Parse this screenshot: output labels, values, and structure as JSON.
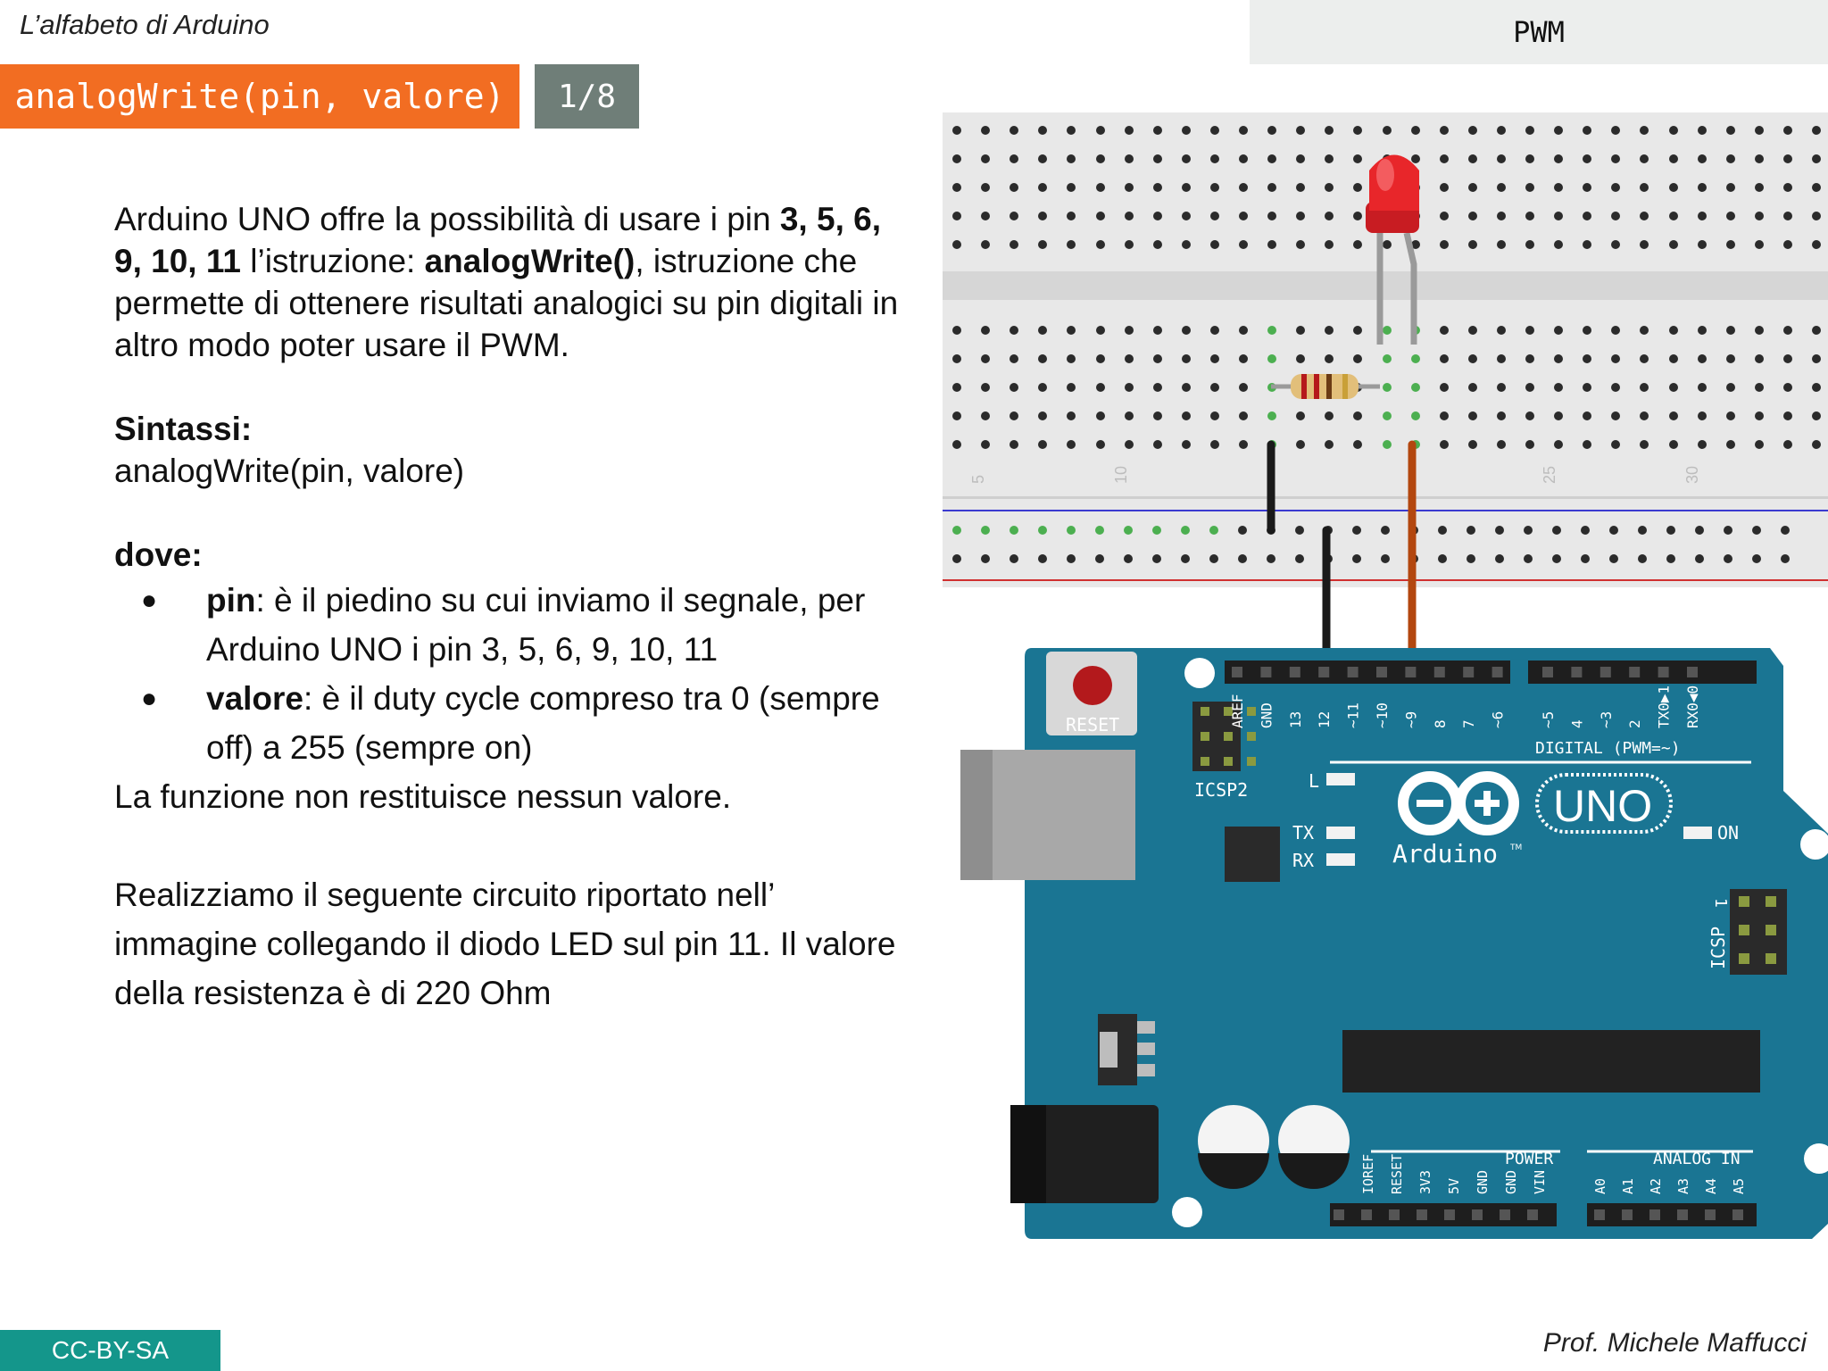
{
  "header": {
    "title": "L’alfabeto di Arduino",
    "topic": "PWM"
  },
  "tags": {
    "function": "analogWrite(pin, valore)",
    "page": "1/8"
  },
  "content": {
    "intro": {
      "t1": "Arduino UNO offre la possibilità di usare i pin ",
      "b1": "3, 5, 6, 9, 10, 11",
      "t2": " l’istruzione: ",
      "b2": "analogWrite()",
      "t3": ", istruzione che permette di ottenere risultati analogici su pin digitali in altro modo poter usare il PWM."
    },
    "syntax_label": "Sintassi:",
    "syntax": "analogWrite(pin, valore)",
    "where_label": "dove:",
    "bullets": [
      {
        "term": "pin",
        "text": ": è il piedino su cui inviamo il segnale, per Arduino UNO i pin 3, 5, 6, 9, 10, 11"
      },
      {
        "term": "valore",
        "text": ": è il duty cycle compreso tra 0 (sempre off) a 255 (sempre on)"
      }
    ],
    "no_return": "La funzione non restituisce nessun valore.",
    "circuit_text": "Realizziamo il seguente circuito riportato nell’ immagine collegando il diodo LED sul pin 11. Il valore della resistenza è di 220 Ohm"
  },
  "circuit": {
    "board_labels": {
      "reset": "RESET",
      "icsp2": "ICSP2",
      "l": "L",
      "tx": "TX",
      "rx": "RX",
      "on": "ON",
      "uno": "UNO",
      "arduino": "Arduino",
      "tm": "TM",
      "digital": "DIGITAL (PWM=~)",
      "power": "POWER",
      "analog_in": "ANALOG IN",
      "icsp": "ICSP",
      "one": "1"
    },
    "digital_pins": [
      "AREF",
      "GND",
      "13",
      "12",
      "~11",
      "~10",
      "~9",
      "8",
      "7",
      "~6",
      "~5",
      "4",
      "~3",
      "2",
      "TX0▶1",
      "RX0◀0"
    ],
    "power_pins": [
      "IOREF",
      "RESET",
      "3V3",
      "5V",
      "GND",
      "GND",
      "VIN"
    ],
    "analog_pins": [
      "A0",
      "A1",
      "A2",
      "A3",
      "A4",
      "A5"
    ],
    "breadboard_numbers": [
      "5",
      "10",
      "25",
      "30"
    ],
    "colors": {
      "board": "#1a7593",
      "breadboard": "#e8e8e8",
      "led": "#e8262a",
      "wire_black": "#1a1a1a",
      "wire_orange": "#b3470f",
      "accent_orange": "#f26d22"
    }
  },
  "footer": {
    "license": "CC-BY-SA",
    "author": "Prof. Michele Maffucci"
  }
}
